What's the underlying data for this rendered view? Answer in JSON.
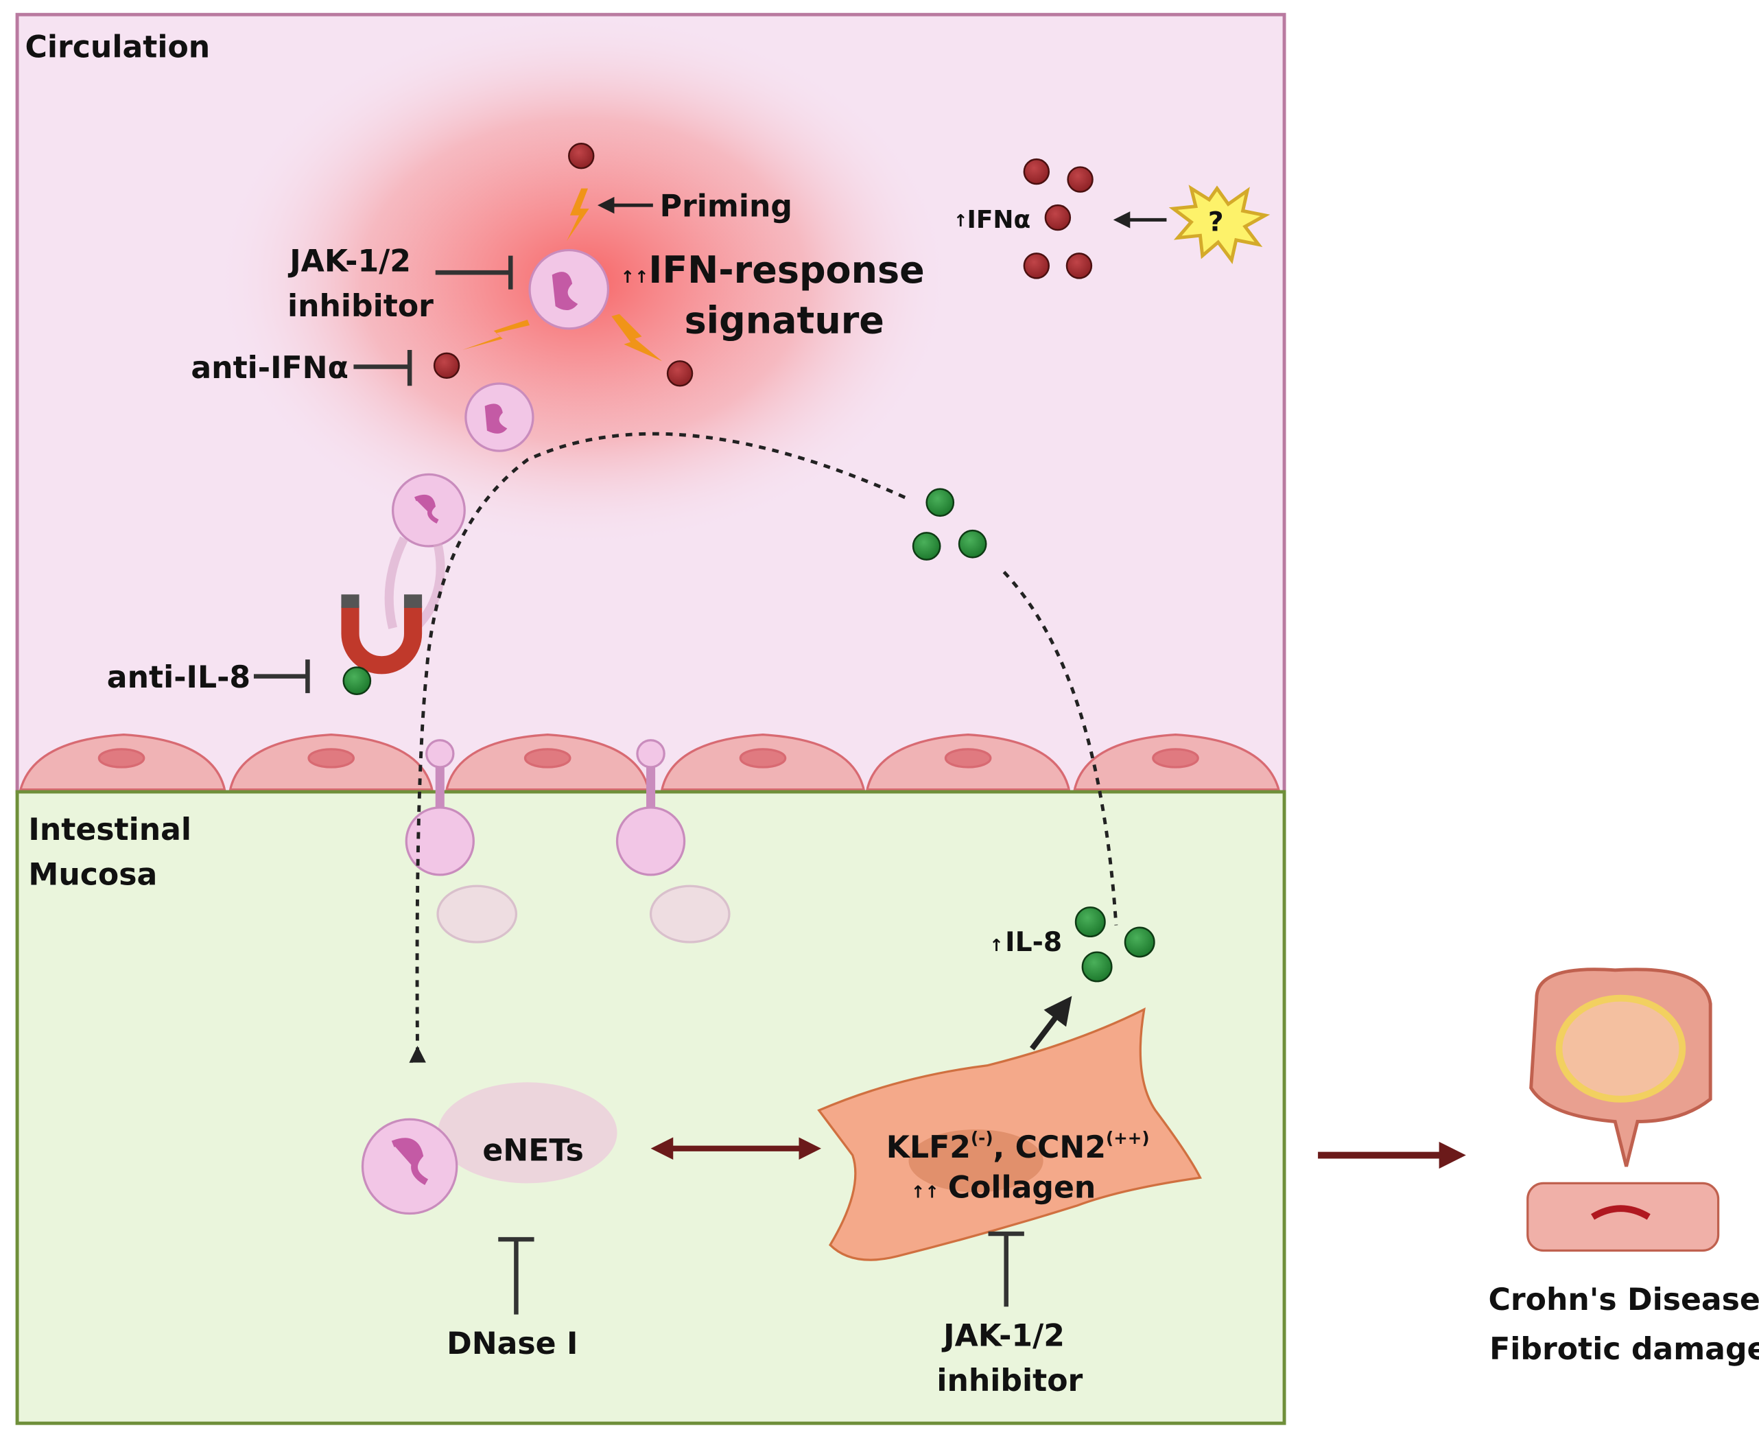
{
  "circulation": {
    "title": "Circulation",
    "priming": "Priming",
    "ifn_response_1": "IFN-response",
    "ifn_response_2": "signature",
    "jak_1": "JAK-1/2",
    "jak_2": "inhibitor",
    "anti_ifna": "anti-IFNα",
    "ifna_label": "IFNα",
    "unknown_trigger": "?",
    "anti_il8": "anti-IL-8"
  },
  "mucosa": {
    "title_1": "Intestinal",
    "title_2": "Mucosa",
    "il8": "IL-8",
    "enets": "eNETs",
    "klf2": "KLF2",
    "klf2_sup": "(-)",
    "ccn2": ", CCN2",
    "ccn2_sup": "(++)",
    "collagen": "Collagen",
    "dnase": "DNase I",
    "jak_1": "JAK-1/2",
    "jak_2": "inhibitor"
  },
  "outcome": {
    "line1": "Crohn's Disease",
    "line2": "Fibrotic damage"
  },
  "colors": {
    "circulation_bg": "#f6e3f2",
    "mucosa_bg": "#eaf5dc",
    "ifn_ball": "#9c2a2e",
    "il8_ball": "#2a8a3a",
    "arrow_dark_red": "#6b1a1a"
  }
}
